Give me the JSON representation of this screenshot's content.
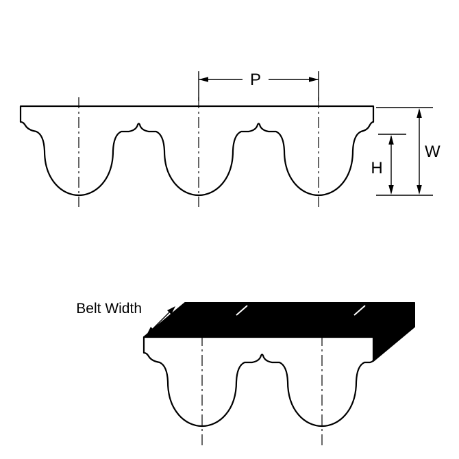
{
  "diagram": {
    "labels": {
      "pitch": "P",
      "width": "W",
      "height": "H",
      "belt_width": "Belt Width"
    },
    "colors": {
      "line": "#000000",
      "belt_fill": "#ffffff",
      "solid_face": "#000000",
      "background": "#ffffff"
    }
  }
}
